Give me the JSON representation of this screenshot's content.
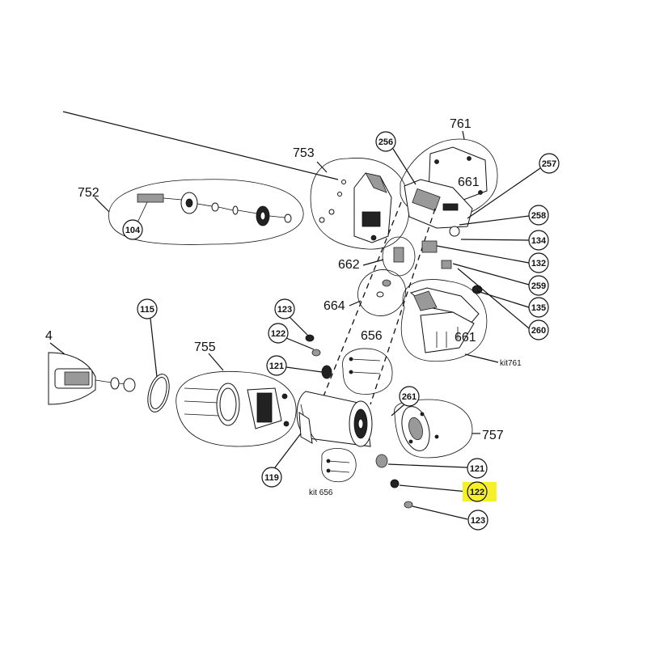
{
  "labels": {
    "l761": "761",
    "l753": "753",
    "l661a": "661",
    "l752": "752",
    "l662": "662",
    "l664": "664",
    "l656": "656",
    "l661b": "661",
    "l755": "755",
    "l757": "757",
    "l4": "4"
  },
  "callouts": {
    "c256": "256",
    "c257": "257",
    "c258": "258",
    "c134": "134",
    "c132": "132",
    "c259": "259",
    "c135": "135",
    "c260": "260",
    "c104": "104",
    "c115": "115",
    "c123a": "123",
    "c122a": "122",
    "c121a": "121",
    "c261": "261",
    "c119": "119",
    "c121b": "121",
    "c122b": "122",
    "c123b": "123"
  },
  "kits": {
    "kit761": "kit761",
    "kit656": "kit 656"
  },
  "highlight_color": "#f6f02a"
}
